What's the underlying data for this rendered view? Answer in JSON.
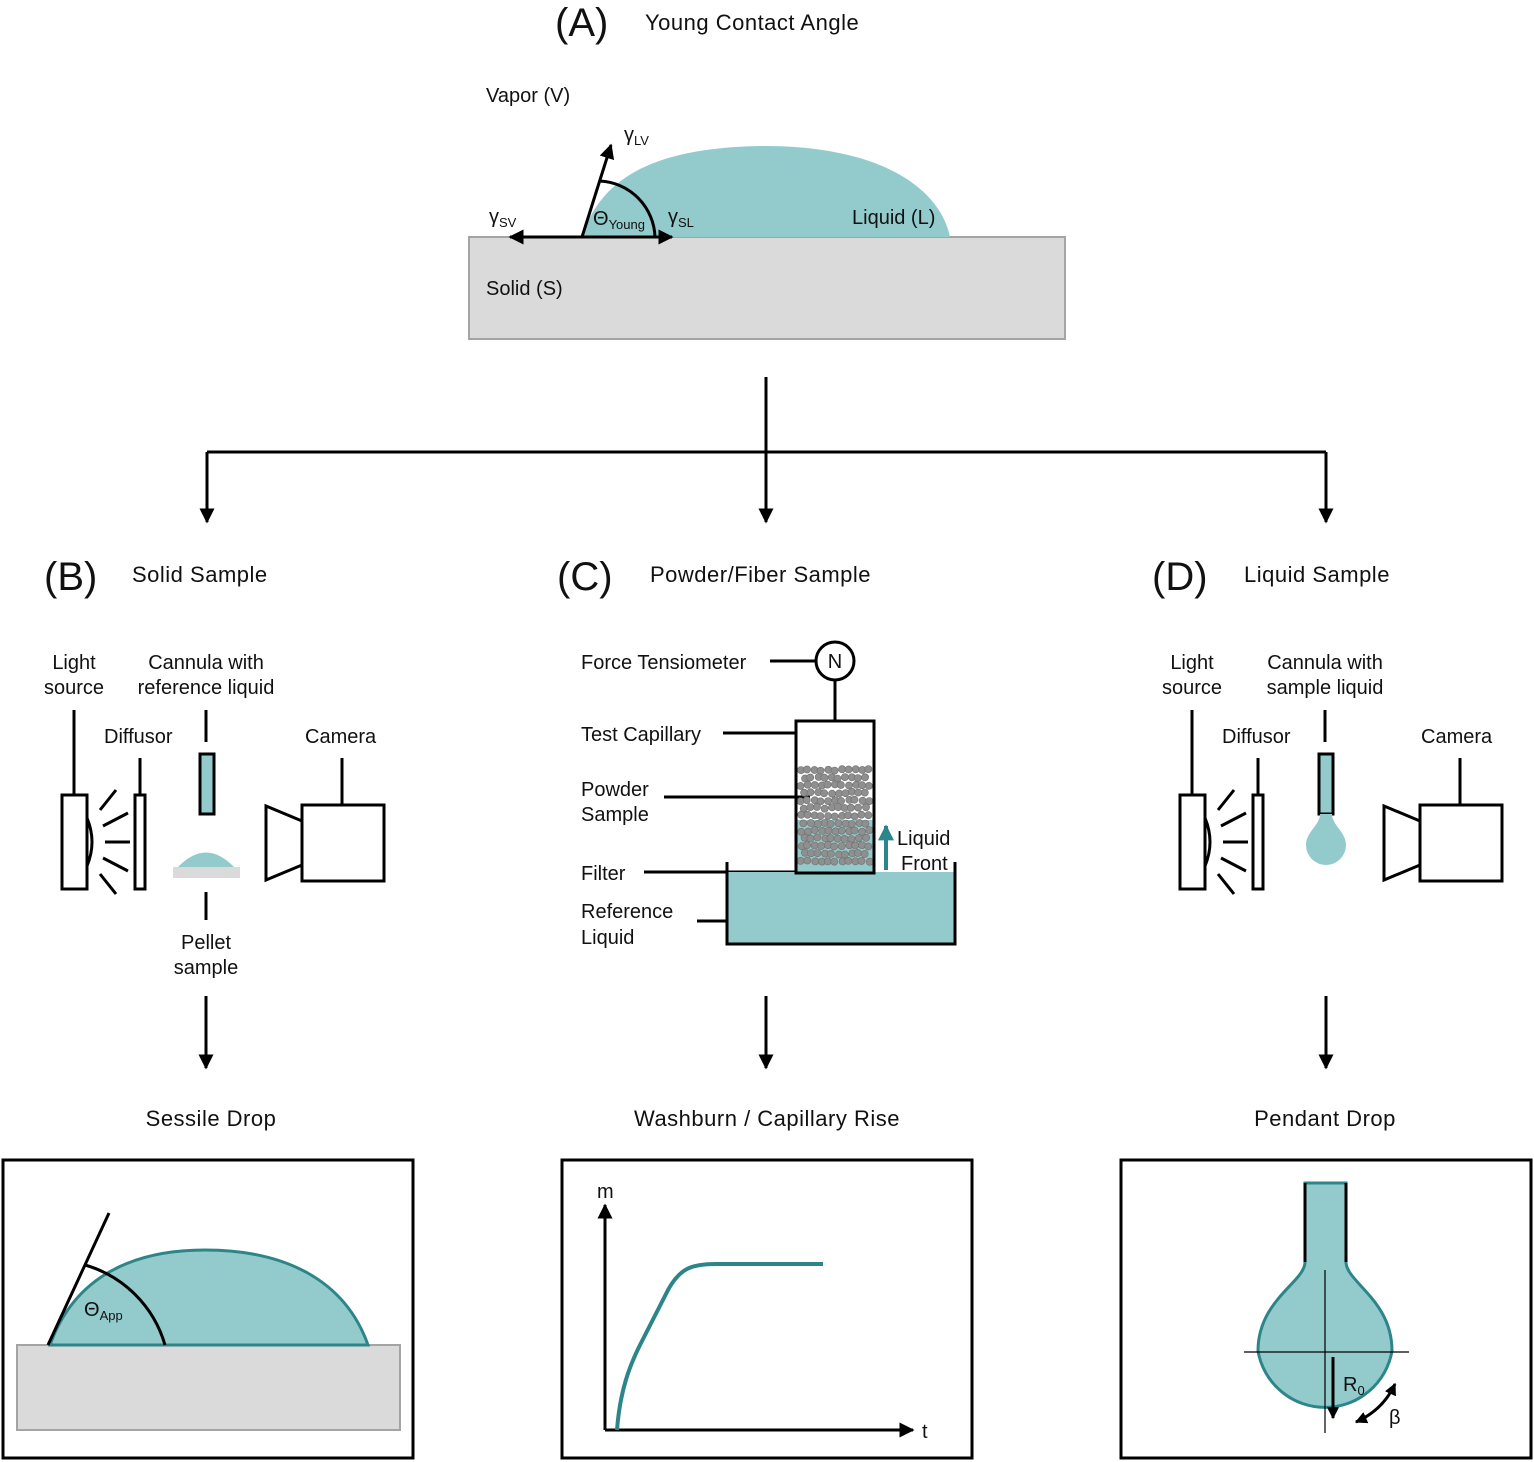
{
  "colors": {
    "liquid": "#93cbcd",
    "liquid_edge": "#2c8589",
    "solid": "#dadada",
    "solid_edge": "#a4a4a4",
    "ink": "#000000",
    "particle": "#8f8f8f"
  },
  "panel_a": {
    "letter": "(A)",
    "title": "Young Contact Angle",
    "vapor": "Vapor (V)",
    "liquid": "Liquid (L)",
    "solid": "Solid (S)",
    "gamma_lv": "γ",
    "gamma_lv_sub": "LV",
    "gamma_sv": "γ",
    "gamma_sv_sub": "SV",
    "gamma_sl": "γ",
    "gamma_sl_sub": "SL",
    "theta": "Θ",
    "theta_sub": "Young"
  },
  "panel_b": {
    "letter": "(B)",
    "title": "Solid Sample",
    "light_source": [
      "Light",
      "source"
    ],
    "cannula": [
      "Cannula with",
      "reference liquid"
    ],
    "diffusor": "Diffusor",
    "camera": "Camera",
    "pellet": [
      "Pellet",
      "sample"
    ],
    "method": "Sessile Drop",
    "theta": "Θ",
    "theta_sub": "App"
  },
  "panel_c": {
    "letter": "(C)",
    "title": "Powder/Fiber Sample",
    "force_tensiometer": "Force Tensiometer",
    "tensiometer_symbol": "N",
    "test_capillary": "Test Capillary",
    "powder_sample": [
      "Powder",
      "Sample"
    ],
    "filter": "Filter",
    "reference_liquid": [
      "Reference",
      "Liquid"
    ],
    "liquid_front": [
      "Liquid",
      "Front"
    ],
    "method": "Washburn / Capillary Rise",
    "axis_y": "m",
    "axis_x": "t"
  },
  "panel_d": {
    "letter": "(D)",
    "title": "Liquid Sample",
    "light_source": [
      "Light",
      "source"
    ],
    "cannula": [
      "Cannula with",
      "sample liquid"
    ],
    "diffusor": "Diffusor",
    "camera": "Camera",
    "method": "Pendant Drop",
    "radius": "R",
    "radius_sub": "0",
    "beta": "β"
  }
}
